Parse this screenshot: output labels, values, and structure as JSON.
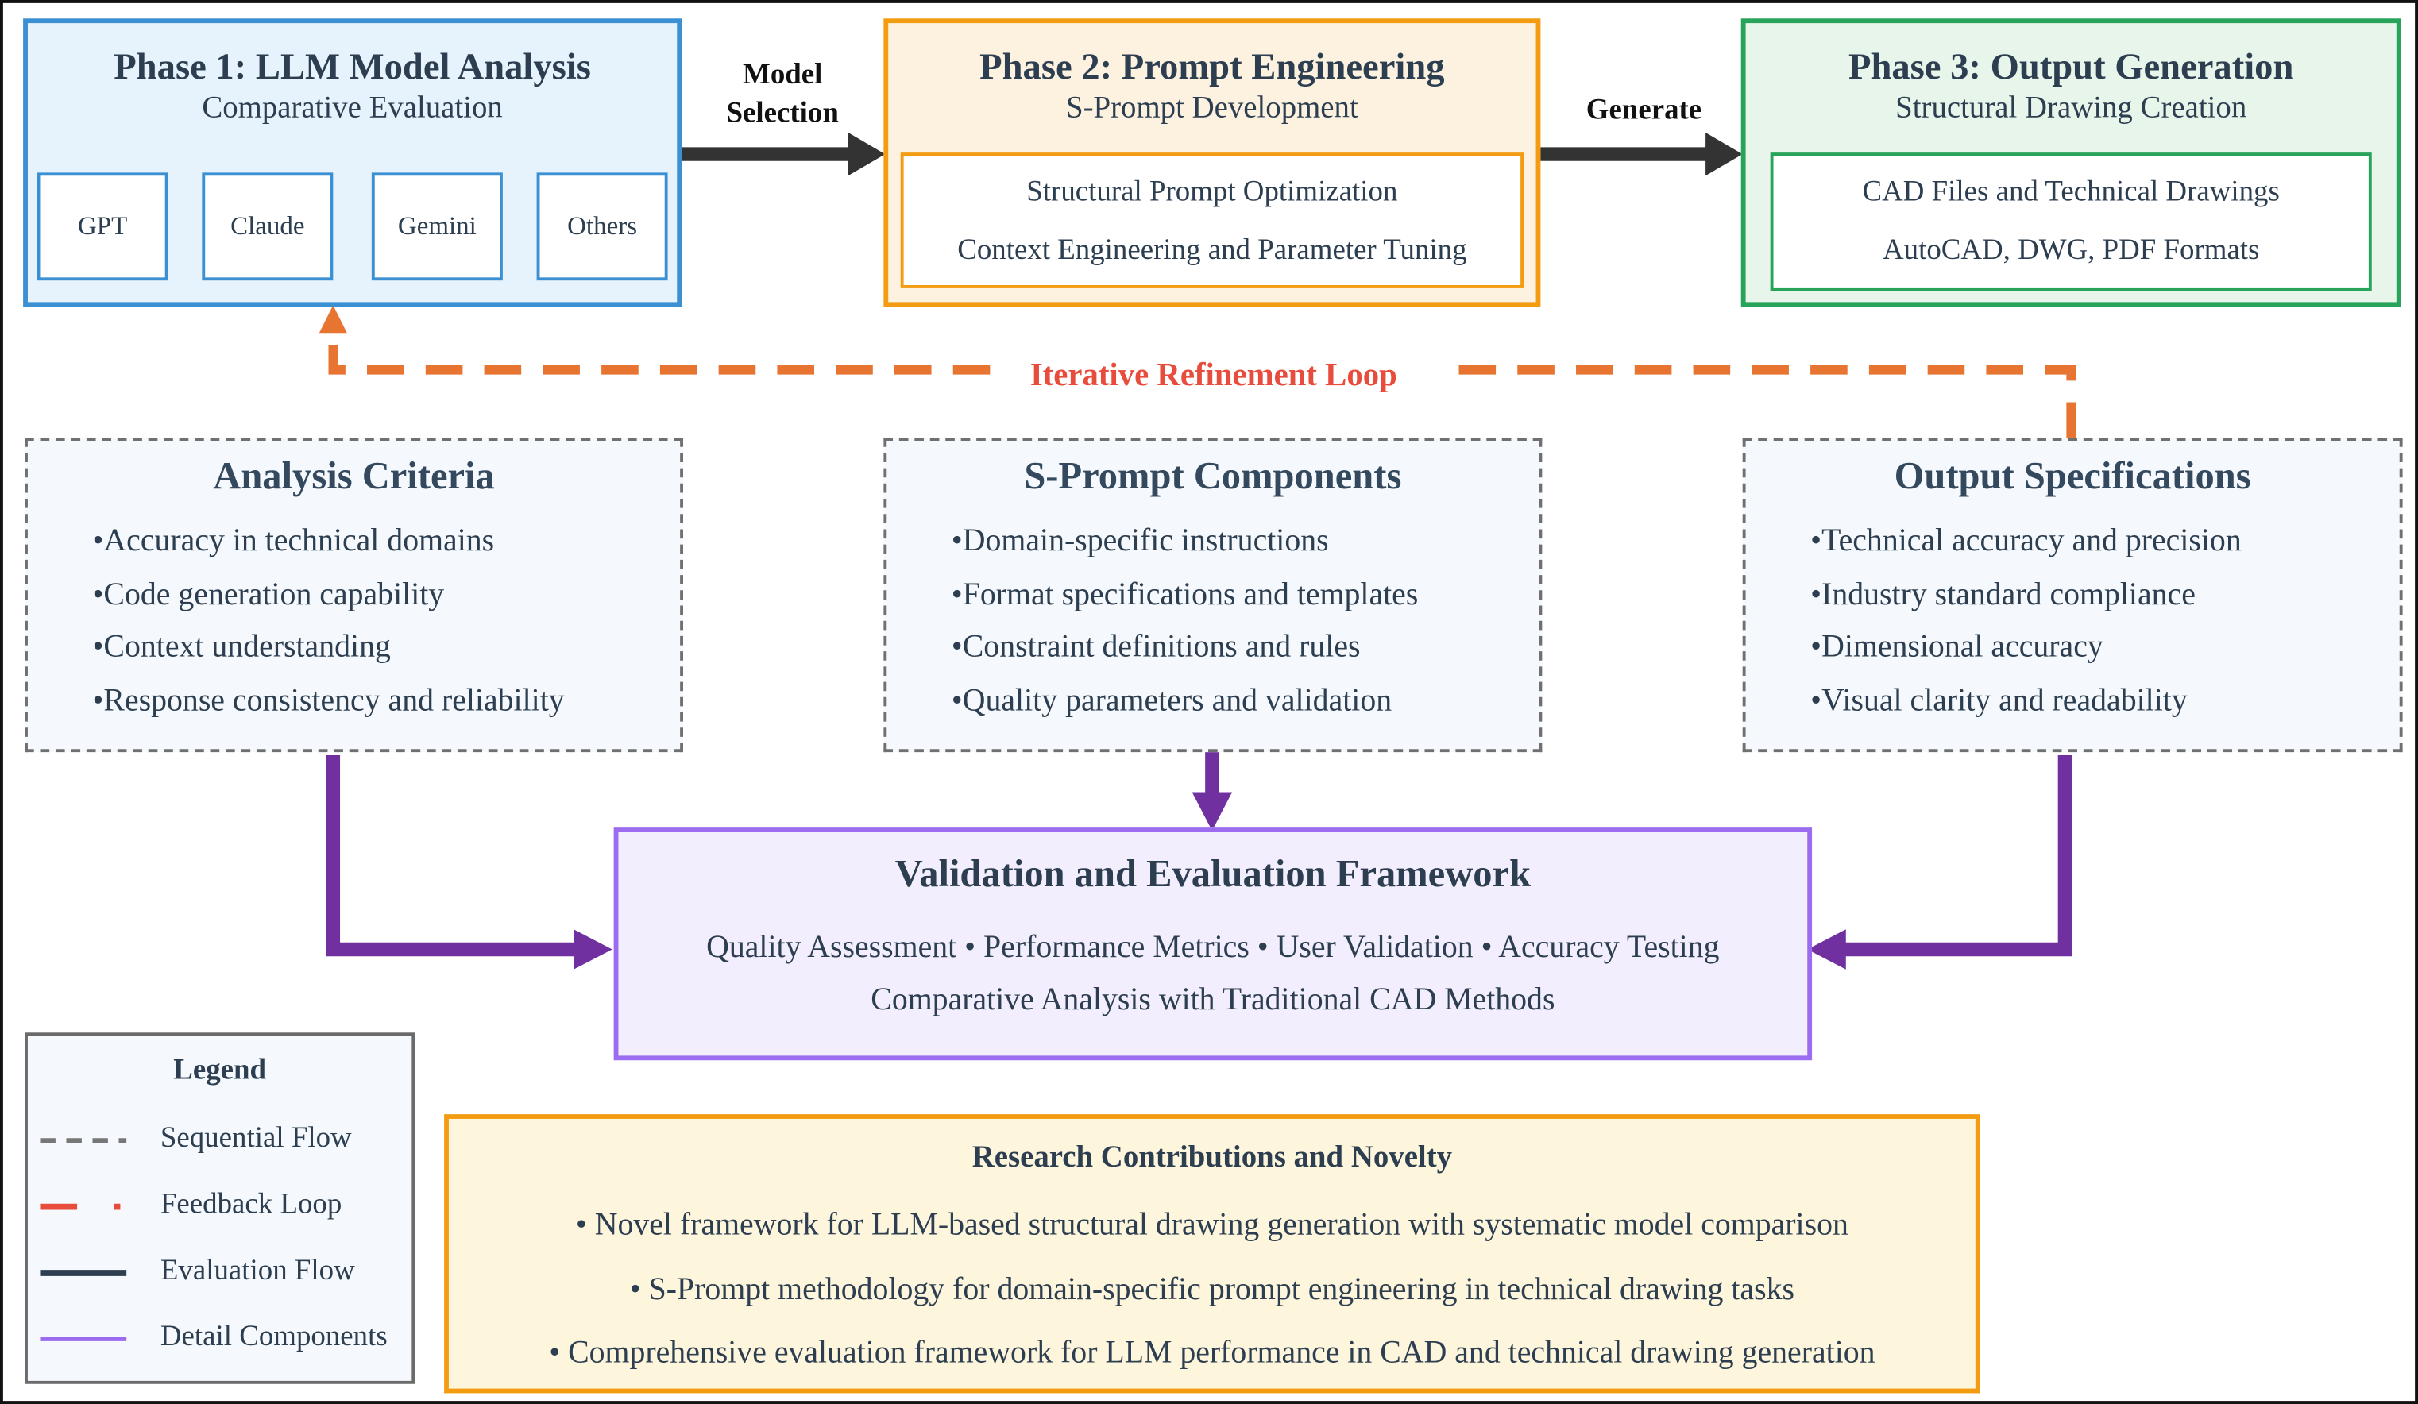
{
  "phases": [
    {
      "title": "Phase 1: LLM Model Analysis",
      "subtitle": "Comparative Evaluation",
      "models": [
        "GPT",
        "Claude",
        "Gemini",
        "Others"
      ]
    },
    {
      "title": "Phase 2: Prompt Engineering",
      "subtitle": "S-Prompt Development",
      "lines": [
        "Structural Prompt Optimization",
        "Context Engineering and Parameter Tuning"
      ]
    },
    {
      "title": "Phase 3: Output Generation",
      "subtitle": "Structural Drawing Creation",
      "lines": [
        "CAD Files and Technical Drawings",
        "AutoCAD, DWG, PDF Formats"
      ]
    }
  ],
  "arrows": {
    "model_selection": [
      "Model",
      "Selection"
    ],
    "generate": "Generate"
  },
  "loop_label": "Iterative Refinement Loop",
  "details": [
    {
      "title": "Analysis Criteria",
      "items": [
        "Accuracy in technical domains",
        "Code generation capability",
        "Context understanding",
        "Response consistency and reliability"
      ]
    },
    {
      "title": "S-Prompt Components",
      "items": [
        "Domain-specific instructions",
        "Format specifications and templates",
        "Constraint definitions and rules",
        "Quality parameters and validation"
      ]
    },
    {
      "title": "Output Specifications",
      "items": [
        "Technical accuracy and precision",
        "Industry standard compliance",
        "Dimensional accuracy",
        "Visual clarity and readability"
      ]
    }
  ],
  "validation": {
    "title": "Validation and Evaluation Framework",
    "lines": [
      "Quality Assessment • Performance Metrics • User Validation • Accuracy Testing",
      "Comparative Analysis with Traditional CAD Methods"
    ]
  },
  "legend": {
    "title": "Legend",
    "items": [
      "Sequential Flow",
      "Feedback Loop",
      "Evaluation Flow",
      "Detail Components"
    ]
  },
  "contributions": {
    "title": "Research Contributions and Novelty",
    "lines": [
      "• Novel framework for LLM-based structural drawing generation with systematic model comparison",
      "• S-Prompt methodology for domain-specific prompt engineering in technical drawing tasks",
      "• Comprehensive evaluation framework for LLM performance in CAD and technical drawing generation"
    ]
  },
  "colors": {
    "phase1": "#3b8fd3",
    "phase2": "#f39c12",
    "phase3": "#27a35a",
    "arrow": "#333333",
    "loop": "#e87432",
    "purple": "#7030a0",
    "validation_border": "#9b6cf0"
  }
}
